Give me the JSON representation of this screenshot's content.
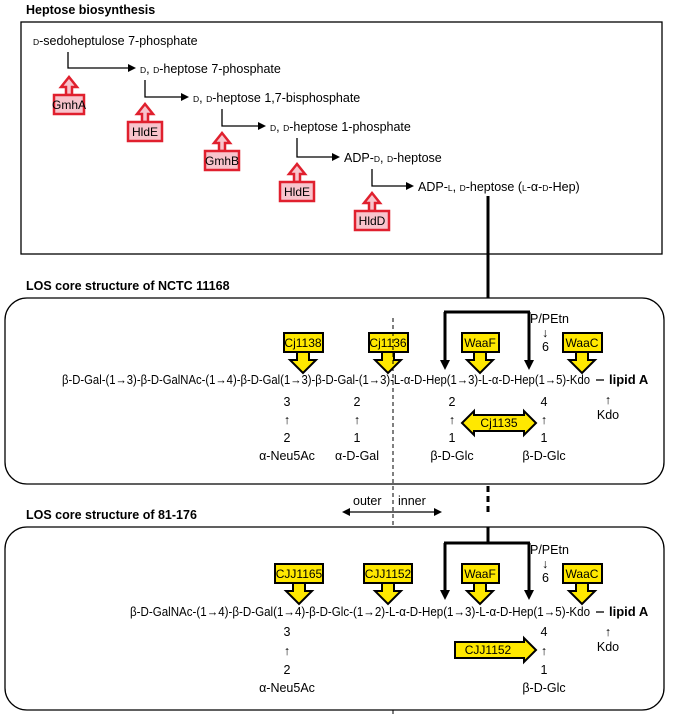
{
  "heptose": {
    "title": "Heptose biosynthesis",
    "steps": [
      {
        "pre": "D",
        "mid": "-sedoheptulose 7-phosphate",
        "post": "",
        "tail": ""
      },
      {
        "pre": "D",
        "mid": ", ",
        "post": "D",
        "tail": "-heptose 7-phosphate"
      },
      {
        "pre": "D",
        "mid": ", ",
        "post": "D",
        "tail": "-heptose 1,7-bisphosphate"
      },
      {
        "pre": "D",
        "mid": ", ",
        "post": "D",
        "tail": "-heptose 1-phosphate"
      },
      {
        "pre": "ADP-",
        "sc1": "D",
        "mid": ", ",
        "sc2": "D",
        "tail": "-heptose"
      },
      {
        "pre": "ADP-",
        "sc1": "L",
        "mid": ", ",
        "sc2": "D",
        "tail": "-heptose (",
        "sc3": "L",
        "t2": "-α-",
        "sc4": "D",
        "t3": "-Hep)"
      }
    ],
    "enzymes": [
      "GmhA",
      "HldE",
      "GmhB",
      "HldE",
      "HldD"
    ]
  },
  "nctc": {
    "title": "LOS core structure of NCTC 11168",
    "chain": "β-D-Gal-(1→3)-β-D-GalNAc-(1→4)-β-D-Gal(1→3)-β-D-Gal-(1→3)-L-α-D-Hep(1→3)-L-α-D-Hep(1→5)-Kdo",
    "lipid": "lipid A",
    "pe": "P/PEtn",
    "six": "6",
    "enzymes": {
      "e1": "Cj1138",
      "e2": "Cj1136",
      "e3": "WaaF",
      "e4": "WaaC",
      "e5": "Cj1135"
    },
    "branches": [
      {
        "pos": "3",
        "num": "2",
        "sugar": "α-Neu5Ac"
      },
      {
        "pos": "2",
        "num": "1",
        "sugar": "α-D-Gal"
      },
      {
        "pos": "2",
        "num": "1",
        "sugar": "β-D-Glc"
      },
      {
        "pos": "4",
        "num": "1",
        "sugar": "β-D-Glc"
      }
    ],
    "kdo": "Kdo"
  },
  "divider": {
    "outer": "outer",
    "inner": "inner"
  },
  "s81": {
    "title": "LOS core structure of 81-176",
    "chain": "β-D-GalNAc-(1→4)-β-D-Gal(1→4)-β-D-Glc-(1→2)-L-α-D-Hep(1→3)-L-α-D-Hep(1→5)-Kdo",
    "lipid": "lipid A",
    "pe": "P/PEtn",
    "six": "6",
    "enzymes": {
      "e1": "CJJ1165",
      "e2": "CJJ1152",
      "e3": "WaaF",
      "e4": "WaaC",
      "e5": "CJJ1152"
    },
    "branches": [
      {
        "pos": "3",
        "num": "2",
        "sugar": "α-Neu5Ac"
      },
      {
        "pos": "4",
        "num": "1",
        "sugar": "β-D-Glc"
      }
    ],
    "kdo": "Kdo"
  },
  "colors": {
    "pink_fill": "#f8c4cc",
    "pink_stroke": "#e0202e",
    "yellow_fill": "#ffe800"
  }
}
